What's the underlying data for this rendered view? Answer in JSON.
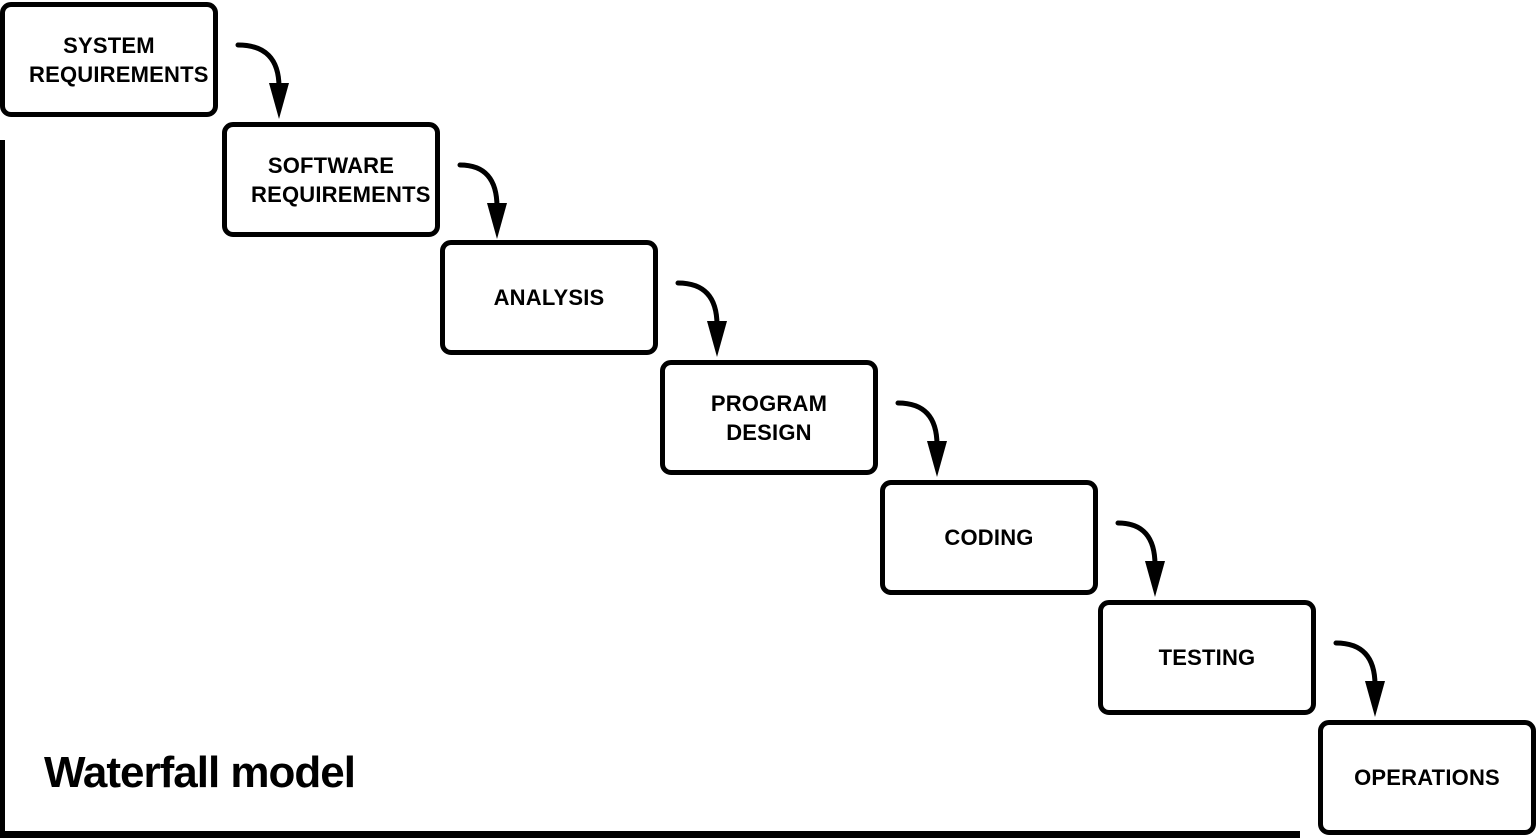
{
  "diagram": {
    "title": "Waterfall model",
    "type": "flowchart",
    "stages": [
      {
        "label": "SYSTEM REQUIREMENTS"
      },
      {
        "label": "SOFTWARE REQUIREMENTS"
      },
      {
        "label": "ANALYSIS"
      },
      {
        "label": "PROGRAM DESIGN"
      },
      {
        "label": "CODING"
      },
      {
        "label": "TESTING"
      },
      {
        "label": "OPERATIONS"
      }
    ],
    "connections": [
      {
        "from": "SYSTEM REQUIREMENTS",
        "to": "SOFTWARE REQUIREMENTS"
      },
      {
        "from": "SOFTWARE REQUIREMENTS",
        "to": "ANALYSIS"
      },
      {
        "from": "ANALYSIS",
        "to": "PROGRAM DESIGN"
      },
      {
        "from": "PROGRAM DESIGN",
        "to": "CODING"
      },
      {
        "from": "CODING",
        "to": "TESTING"
      },
      {
        "from": "TESTING",
        "to": "OPERATIONS"
      }
    ],
    "colors": {
      "ink": "#000000",
      "background": "#ffffff"
    }
  }
}
